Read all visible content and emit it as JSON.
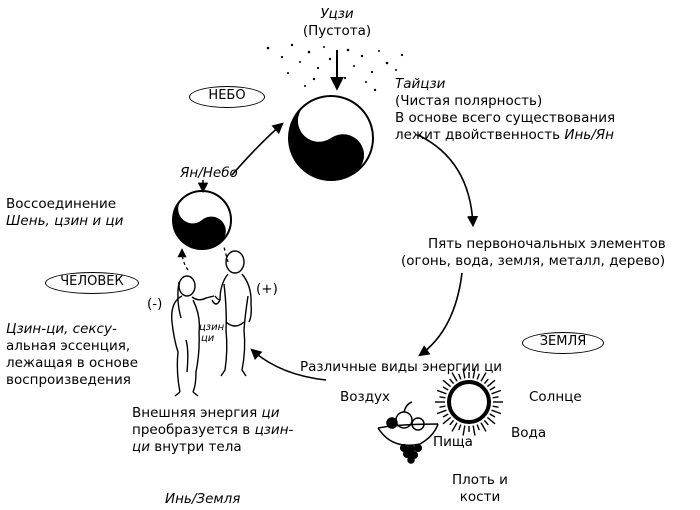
{
  "top": {
    "title": "Уцзи",
    "subtitle": "(Пустота)"
  },
  "taiji": {
    "title": "Тайцзи",
    "line1": "(Чистая полярность)",
    "line2": "В основе всего существования",
    "line3_prefix": "лежит двойственность ",
    "line3_italic": "Инь/Ян"
  },
  "labels": {
    "sky": "НЕБО",
    "human": "ЧЕЛОВЕК",
    "earth": "ЗЕМЛЯ"
  },
  "yang_sky": "Ян/Небо",
  "reunion": {
    "line1": "Воссоединение",
    "line2": "Шень, цзин и ци"
  },
  "elements": {
    "line1": "Пять первоночальных элементов",
    "line2": "(огонь, вода, земля, металл, дерево)"
  },
  "polarity": {
    "minus": "(-)",
    "plus": "(+)"
  },
  "body_label": {
    "line1": "цзин",
    "line2": "ци"
  },
  "jing_qi": {
    "line1": "Цзин-ци, сексу-",
    "line2": "альная эссенция,",
    "line3": "лежащая в основе",
    "line4": "воспроизведения"
  },
  "energies": "Различные виды энергии ци",
  "sources": {
    "air": "Воздух",
    "sun": "Солнце",
    "water": "Вода",
    "food": "Пища",
    "flesh_line1": "Плоть и",
    "flesh_line2": "кости"
  },
  "external": {
    "line1_prefix": "Внешняя энергия ",
    "line1_italic": "ци",
    "line2_prefix": "преобразуется в ",
    "line2_italic": "цзин-",
    "line3_italic": "ци",
    "line3_suffix": " внутри тела"
  },
  "yin_earth": "Инь/Земля"
}
